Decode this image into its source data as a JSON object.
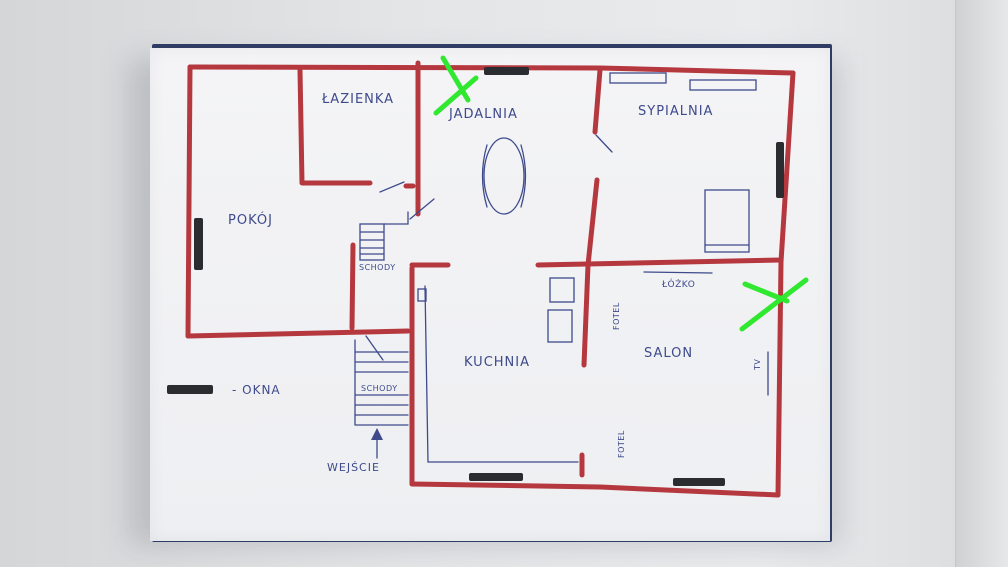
{
  "rooms": {
    "lazienka": "ŁAZIENKA",
    "jadalnia": "JADALNIA",
    "sypialnia": "SYPIALNIA",
    "pokoj": "POKÓJ",
    "kuchnia": "KUCHNIA",
    "salon": "SALON"
  },
  "furniture": {
    "schody_upper": "SCHODY",
    "schody_lower": "SCHODY",
    "lozko": "ŁÓŻKO",
    "fotel_top": "FOTEL",
    "fotel_bottom": "FOTEL",
    "tv": "TV"
  },
  "legend": {
    "okna": "- OKNA"
  },
  "entrance": "WEJŚCIE",
  "colors": {
    "walls": "#b5383f",
    "windows": "#2a2c30",
    "pen": "#3e4a8c",
    "marks": "#2fe82f"
  }
}
